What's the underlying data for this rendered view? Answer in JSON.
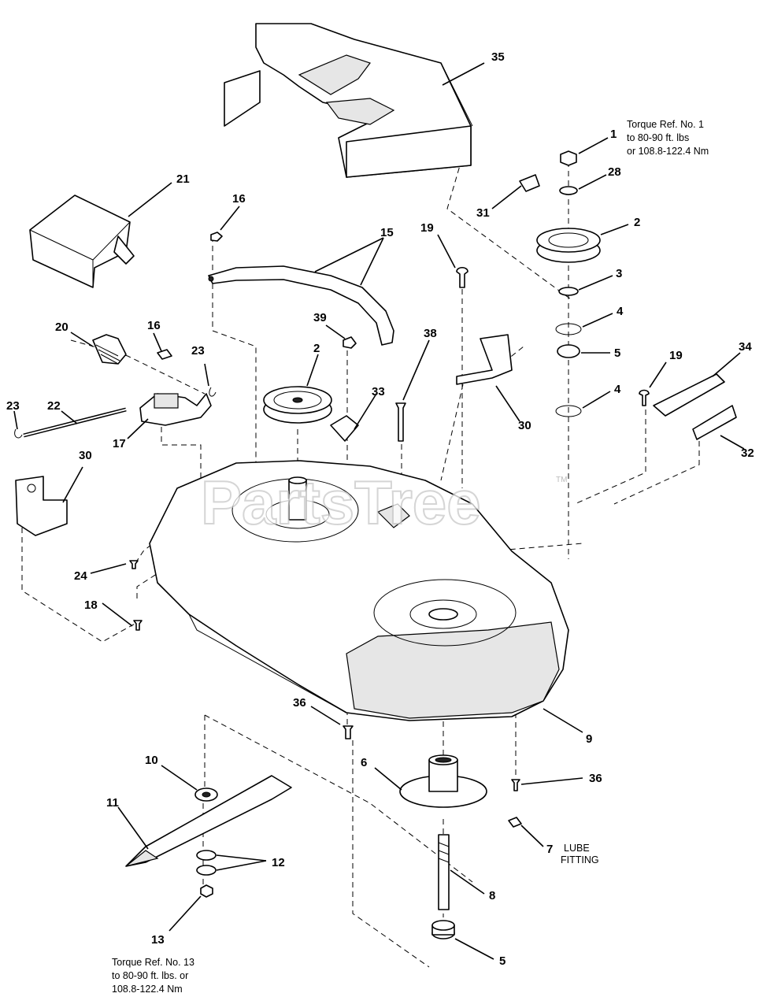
{
  "watermark": {
    "text": "PartsTree",
    "trademark": "TM"
  },
  "notes": {
    "torque_ref_1": [
      "Torque Ref. No. 1",
      "to 80-90 ft. lbs",
      "or 108.8-122.4 Nm"
    ],
    "torque_ref_13": [
      "Torque Ref. No. 13",
      "to 80-90 ft. lbs. or",
      "108.8-122.4 Nm"
    ],
    "lube_fitting": [
      "LUBE",
      "FITTING"
    ]
  },
  "callouts": [
    {
      "id": "c35",
      "label": "35"
    },
    {
      "id": "c1",
      "label": "1"
    },
    {
      "id": "c28",
      "label": "28"
    },
    {
      "id": "c31",
      "label": "31"
    },
    {
      "id": "c2a",
      "label": "2"
    },
    {
      "id": "c3",
      "label": "3"
    },
    {
      "id": "c4a",
      "label": "4"
    },
    {
      "id": "c5a",
      "label": "5"
    },
    {
      "id": "c4b",
      "label": "4"
    },
    {
      "id": "c21",
      "label": "21"
    },
    {
      "id": "c16a",
      "label": "16"
    },
    {
      "id": "c15",
      "label": "15"
    },
    {
      "id": "c19a",
      "label": "19"
    },
    {
      "id": "c20",
      "label": "20"
    },
    {
      "id": "c16b",
      "label": "16"
    },
    {
      "id": "c39",
      "label": "39"
    },
    {
      "id": "c2b",
      "label": "2"
    },
    {
      "id": "c38",
      "label": "38"
    },
    {
      "id": "c19b",
      "label": "19"
    },
    {
      "id": "c34",
      "label": "34"
    },
    {
      "id": "c23a",
      "label": "23"
    },
    {
      "id": "c23b",
      "label": "23"
    },
    {
      "id": "c22",
      "label": "22"
    },
    {
      "id": "c17",
      "label": "17"
    },
    {
      "id": "c33",
      "label": "33"
    },
    {
      "id": "c30a",
      "label": "30"
    },
    {
      "id": "c32",
      "label": "32"
    },
    {
      "id": "c30b",
      "label": "30"
    },
    {
      "id": "c24",
      "label": "24"
    },
    {
      "id": "c18",
      "label": "18"
    },
    {
      "id": "c36a",
      "label": "36"
    },
    {
      "id": "c9",
      "label": "9"
    },
    {
      "id": "c10",
      "label": "10"
    },
    {
      "id": "c6",
      "label": "6"
    },
    {
      "id": "c36b",
      "label": "36"
    },
    {
      "id": "c11",
      "label": "11"
    },
    {
      "id": "c7",
      "label": "7"
    },
    {
      "id": "c12",
      "label": "12"
    },
    {
      "id": "c8",
      "label": "8"
    },
    {
      "id": "c13",
      "label": "13"
    },
    {
      "id": "c5b",
      "label": "5"
    }
  ]
}
